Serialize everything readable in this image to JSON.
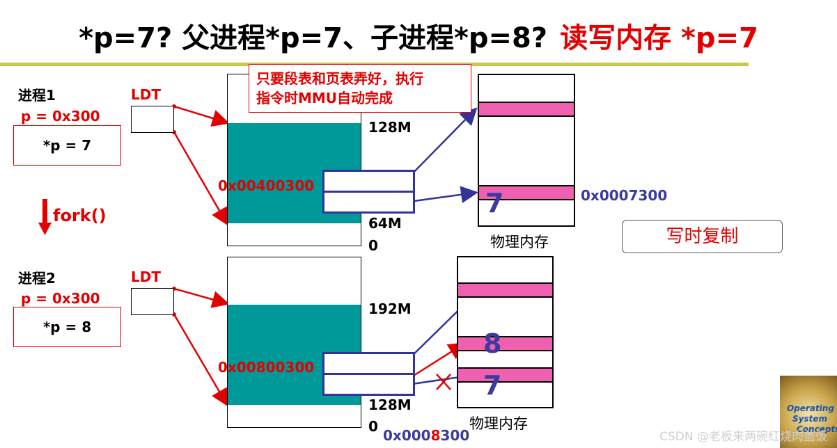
{
  "title": {
    "main": "*p=7? 父进程*p=7、子进程*p=8?",
    "highlight": "读写内存 *p=7"
  },
  "callout": {
    "line1": "只要段表和页表弄好，执行",
    "line2": "指令时MMU自动完成"
  },
  "process1": {
    "name": "进程1",
    "pointer": "p = 0x300",
    "value": "*p = 7",
    "ldt": "LDT"
  },
  "process2": {
    "name": "进程2",
    "pointer": "p = 0x300",
    "value": "*p = 8",
    "ldt": "LDT"
  },
  "fork_label": "fork()",
  "linear1": {
    "top_label": "128M",
    "mid_label": "64M",
    "zero_label": "0",
    "address": "0x00400300"
  },
  "linear2": {
    "top_label": "192M",
    "mid_label": "128M",
    "zero_label": "0",
    "address": "0x00800300"
  },
  "physical1": {
    "label": "物理内存",
    "address": "0x0007300",
    "digit": "7"
  },
  "physical2": {
    "label": "物理内存",
    "digit_new": "8",
    "digit_old": "7",
    "address_pre": "0x000",
    "address_hl": "8",
    "address_post": "300"
  },
  "cow_label": "写时复制",
  "watermark": "CSDN @老板来两碗红烧肉盖饭",
  "logo_text": {
    "l1": "Operating",
    "l2": "System",
    "l3": "Concepts"
  },
  "colors": {
    "red": "#e30000",
    "teal": "#009999",
    "blue": "#33339a",
    "pink": "#f060b0",
    "rule": "#c8c850"
  }
}
